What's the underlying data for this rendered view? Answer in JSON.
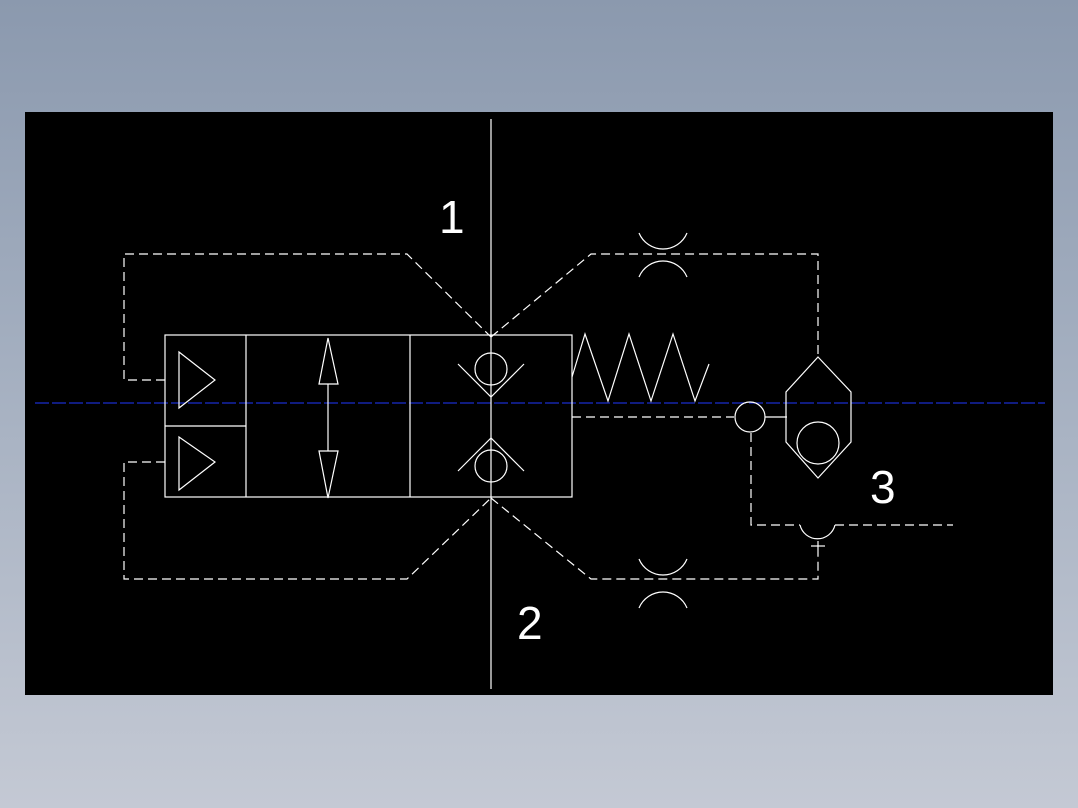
{
  "colors": {
    "background": "#000000",
    "lines": "#ffffff",
    "centerline": "#1a2ccc"
  },
  "ports": {
    "port_1": "1",
    "port_2": "2",
    "port_3": "3"
  }
}
